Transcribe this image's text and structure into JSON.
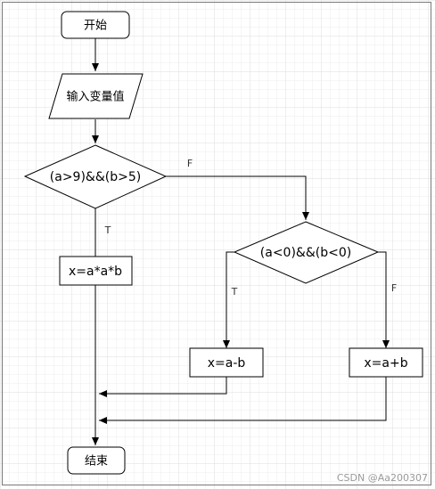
{
  "nodes": {
    "start": "开始",
    "input": "输入变量值",
    "cond1": "(a>9)&&(b>5)",
    "cond2": "(a<0)&&(b<0)",
    "proc1": "x=a*a*b",
    "proc2": "x=a-b",
    "proc3": "x=a+b",
    "end": "结束"
  },
  "edge_labels": {
    "cond1_false": "F",
    "cond1_true": "T",
    "cond2_true": "T",
    "cond2_false": "F"
  },
  "watermark": "CSDN @Aa200307",
  "colors": {
    "grid": "#e9e9e9",
    "stroke": "#000000",
    "node_fill": "#ffffff",
    "frame": "#7a7a7a",
    "watermark": "#9a9a9a"
  }
}
